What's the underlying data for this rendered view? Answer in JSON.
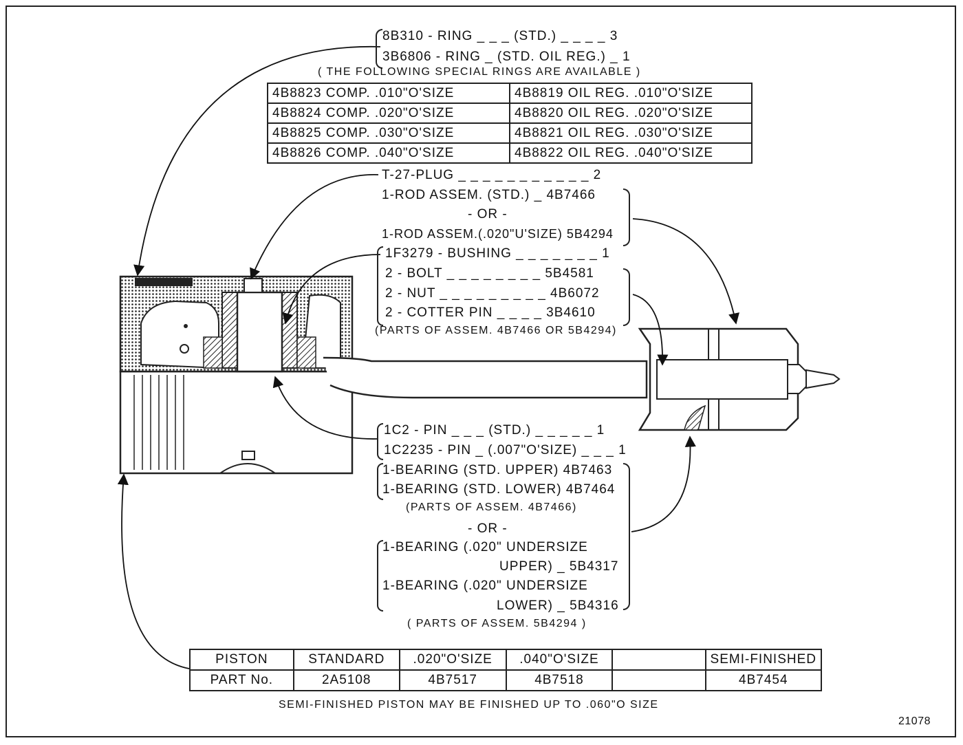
{
  "rings": {
    "line1": "8B310 - RING _ _ _ (STD.) _ _ _ _ 3",
    "line2": "3B6806 - RING _ (STD. OIL REG.) _ 1",
    "special_note": "( THE FOLLOWING SPECIAL RINGS ARE AVAILABLE )",
    "table": [
      [
        "4B8823 COMP. .010\"O'SIZE",
        "4B8819 OIL REG. .010\"O'SIZE"
      ],
      [
        "4B8824 COMP. .020\"O'SIZE",
        "4B8820 OIL REG. .020\"O'SIZE"
      ],
      [
        "4B8825 COMP. .030\"O'SIZE",
        "4B8821 OIL REG. .030\"O'SIZE"
      ],
      [
        "4B8826 COMP. .040\"O'SIZE",
        "4B8822 OIL REG. .040\"O'SIZE"
      ]
    ]
  },
  "plug": "T-27-PLUG _ _ _ _ _ _ _ _ _ _ _ 2",
  "rod": {
    "line1": "1-ROD ASSEM. (STD.) _ 4B7466",
    "or": "- OR -",
    "line2": "1-ROD ASSEM.(.020\"U'SIZE) 5B4294"
  },
  "rod_parts": {
    "bushing": "1F3279 - BUSHING _ _ _ _ _ _ _ 1",
    "bolt": "2 - BOLT _ _ _ _ _ _ _ _ 5B4581",
    "nut": "2 - NUT _ _ _ _ _ _ _ _ _ 4B6072",
    "cotter": "2 - COTTER PIN _ _ _ _ 3B4610",
    "note": "(PARTS OF ASSEM. 4B7466 OR 5B4294)"
  },
  "pins": {
    "line1": "1C2 - PIN _ _ _ (STD.) _ _ _ _ _ 1",
    "line2": "1C2235 - PIN _ (.007\"O'SIZE) _ _ _ 1"
  },
  "bearings_std": {
    "upper": "1-BEARING (STD. UPPER) 4B7463",
    "lower": "1-BEARING (STD. LOWER) 4B7464",
    "note": "(PARTS OF ASSEM. 4B7466)",
    "or": "- OR -"
  },
  "bearings_us": {
    "upper_a": "1-BEARING (.020\" UNDERSIZE",
    "upper_b": "UPPER) _ 5B4317",
    "lower_a": "1-BEARING (.020\" UNDERSIZE",
    "lower_b": "LOWER) _ 5B4316",
    "note": "( PARTS OF ASSEM. 5B4294 )"
  },
  "piston_table": {
    "header": [
      "PISTON",
      "STANDARD",
      ".020\"O'SIZE",
      ".040\"O'SIZE",
      "",
      "SEMI-FINISHED"
    ],
    "row": [
      "PART No.",
      "2A5108",
      "4B7517",
      "4B7518",
      "",
      "4B7454"
    ]
  },
  "footer_note": "SEMI-FINISHED PISTON MAY BE FINISHED UP TO .060\"O SIZE",
  "figure_number": "21078"
}
